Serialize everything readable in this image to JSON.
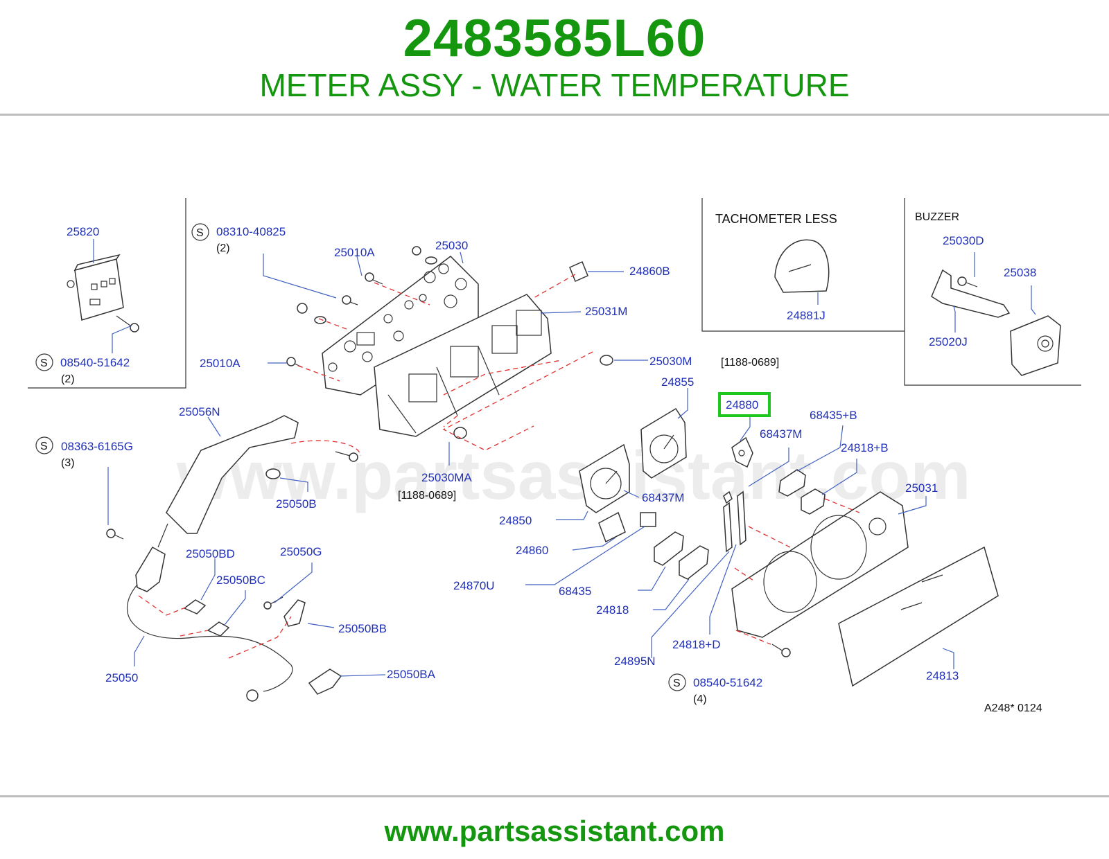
{
  "header": {
    "part_number": "2483585L60",
    "part_name": "METER ASSY - WATER TEMPERATURE"
  },
  "footer": {
    "site": "www.partsassistant.com"
  },
  "diagram": {
    "watermark": "www.partsassistant.com",
    "insets": {
      "tach_less_title": "TACHOMETER  LESS",
      "buzzer_title": "BUZZER"
    },
    "notes": {
      "range_1": "[1188-0689]",
      "range_2": "[1188-0689]",
      "qty_2a": "(2)",
      "qty_2b": "(2)",
      "qty_3": "(3)",
      "qty_4": "(4)",
      "ref_code": "A248*   0124"
    },
    "s_symbol": "S",
    "highlight_color": "#1fc81f",
    "label_color": "#1f2fb8",
    "callouts": {
      "p25820": "25820",
      "p08540a": "08540-51642",
      "p08310": "08310-40825",
      "p25010a_top": "25010A",
      "p25030": "25030",
      "p24860b": "24860B",
      "p25031m": "25031M",
      "p25010a_mid": "25010A",
      "p25030m": "25030M",
      "p24855": "24855",
      "p24880": "24880",
      "p68435b": "68435+B",
      "p68437m_top": "68437M",
      "p24818b": "24818+B",
      "p25031": "25031",
      "p68437m_mid": "68437M",
      "p24850": "24850",
      "p24860": "24860",
      "p24870u": "24870U",
      "p68435": "68435",
      "p24818": "24818",
      "p24818d": "24818+D",
      "p24895n": "24895N",
      "p08540b": "08540-51642",
      "p24813": "24813",
      "p25056n": "25056N",
      "p08363": "08363-6165G",
      "p25050b": "25050B",
      "p25030ma": "25030MA",
      "p25050bd": "25050BD",
      "p25050g": "25050G",
      "p25050bc": "25050BC",
      "p25050bb": "25050BB",
      "p25050": "25050",
      "p25050ba": "25050BA",
      "p24881j": "24881J",
      "p25030d": "25030D",
      "p25038": "25038",
      "p25020j": "25020J"
    }
  }
}
